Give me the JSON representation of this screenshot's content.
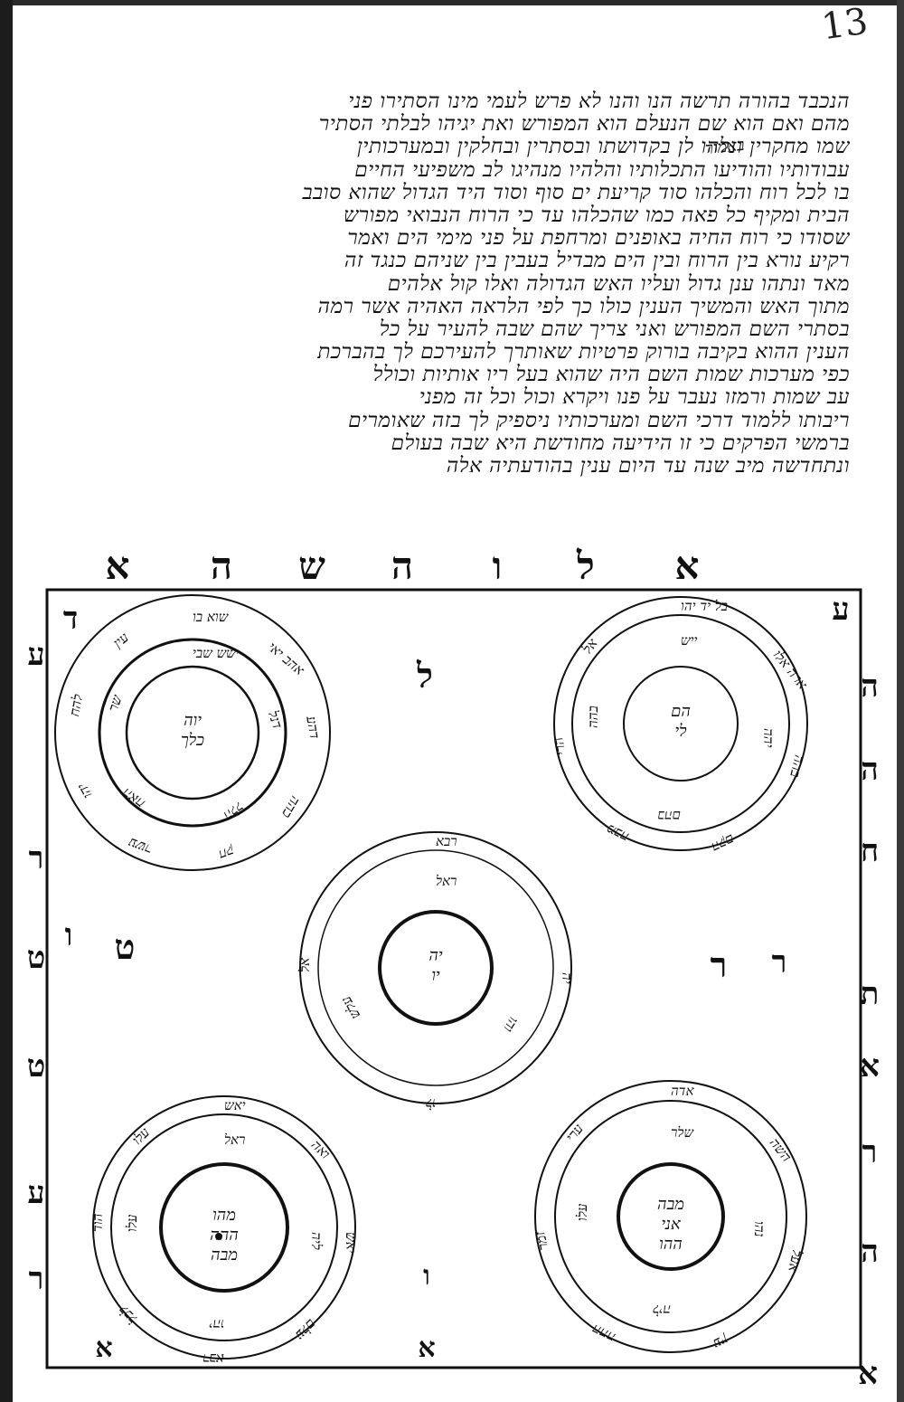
{
  "folio": "13",
  "margin_note": "באמור",
  "text_lines": [
    "הנכבד בהורה תרשה הנו והנו לא פרש לעמי מינו הסתירו פני",
    "מהם ואם הוא שם הנעלם הוא המפורש ואת יגיהו לבלתי הסתיר",
    "שמו מחקרין ונלהו לן בקדושתו ובסתרין ובחלקין ובמערכותין",
    "עבודותיו והודיעו התכלותיו והלהיו מנהיגו לב משפיעי החיים",
    "בו לכל רוח והכלהו סוד קריעת ים סוף וסוד היד הגדול שהוא סובב",
    "הבית ומקיף כל פאה כמו שהכלהו עד כי הרוח הנבואי מפורש",
    "שסודו כי רוח החיה באופנים ומרחפת על פני מימי הים ואמר",
    "רקיע נורא בין הרוח ובין הים מבדיל בעבין בין שניהם כנגד זה",
    "מאד ונתהו ענן גדול ועליו האש הגדולה ואלו קול אלהים",
    "מתוך האש והמשיך הענין כולו כך לפי הלראה האהיה אשר רמה",
    "בסתרי השם המפורש ואני צריך שהם שבה להעיר על כל",
    "הענין ההוא בקיבה בורוק פרטיות שאותרך להעירכם לך בהברכת",
    "כפי מערכות שמות השם היה שהוא בעל ריו אותיות וכולל",
    "עב שמות ורמזו נעבר על פנו ויקרא וכול וכל זה מפני",
    "ריבותו ללמוד דרכי השם ומערכותיו ניספיק לך בזה שאומרים",
    "ברמשי הפרקים כי זו הידיעה מחודשת היא שבה בעולם",
    "ונתחדשה מיב שנה עד היום ענין בהודעתיה אלה"
  ],
  "top_letters": [
    "א",
    "ל",
    "ו",
    "ה",
    "ש",
    "ה",
    "א"
  ],
  "left_letters": [
    "ע",
    "ר",
    "ו",
    "ט",
    "ט",
    "ע",
    "ר"
  ],
  "right_letters": [
    "ה",
    "ה",
    "ח",
    "ר",
    "ת",
    "א",
    "ר",
    "ה"
  ],
  "inner_letters": [
    "ל",
    "ר",
    "ט",
    "ר"
  ],
  "bottom_letters": [
    "א",
    "ו",
    "א"
  ],
  "corner_marks": [
    "ד",
    "ע",
    "א",
    "א"
  ],
  "circles": {
    "top_left": {
      "outer": [
        "שוא בו",
        "אהב יאי",
        "דהע",
        "כהה",
        "חק",
        "עשר",
        "יהו",
        "להח",
        "עין"
      ],
      "inner": [
        "ישש שבי",
        "דנל",
        "הלל",
        "האח",
        "שר"
      ],
      "center": [
        "יוה",
        "כלך"
      ]
    },
    "top_right": {
      "outer": [
        "בל יד יהו",
        "ארה אלו",
        "בהה",
        "הקם",
        "מבה",
        "הרי",
        "אל"
      ],
      "inner": [
        "ייש",
        "יהה",
        "בהם",
        "בהה"
      ],
      "center": [
        "הם",
        "לי"
      ]
    },
    "middle": {
      "outer": [
        "רבא",
        "יה",
        "לו",
        "אל"
      ],
      "inner": [
        "ראל",
        "והו",
        "עלש"
      ],
      "center": [
        "יה",
        "יו"
      ]
    },
    "bottom_left": {
      "outer": [
        "יאש",
        "ואה",
        "יאש",
        "עלם",
        "רבא",
        "לכל",
        "הוד",
        "עלו"
      ],
      "inner": [
        "ראל",
        "ליה",
        "יהו",
        "עלו"
      ],
      "center": [
        "מהו",
        "ההה",
        "מבה"
      ]
    },
    "bottom_right": {
      "outer": [
        "אדה",
        "השה",
        "אעל",
        "עין",
        "ההה",
        "זמר",
        "ערי"
      ],
      "inner": [
        "שלר",
        "נהו",
        "ליה",
        "עלו"
      ],
      "center": [
        "מבה",
        "אני",
        "ההו"
      ]
    }
  }
}
